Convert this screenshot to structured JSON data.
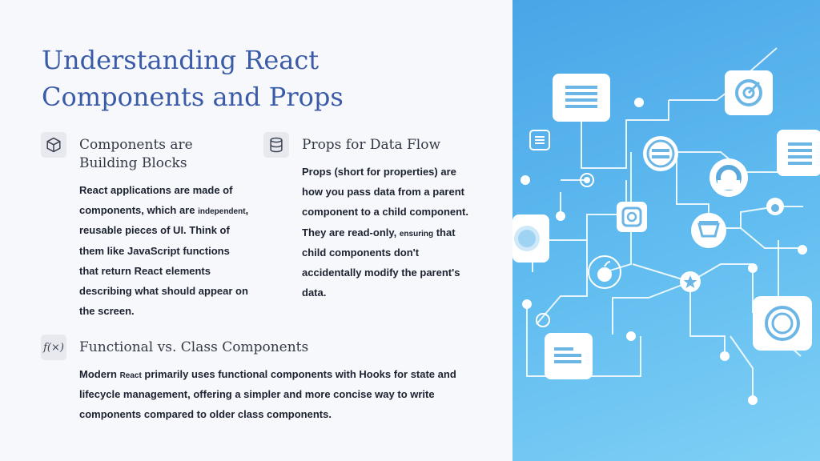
{
  "slide": {
    "title_line1": "Understanding React",
    "title_line2": "Components and Props"
  },
  "sections": {
    "components": {
      "icon": "cube-icon",
      "title_line1": "Components are",
      "title_line2": "Building Blocks",
      "body": [
        {
          "a": "React applications are made of",
          "b": "",
          "c": ""
        },
        {
          "a": "components, which are ",
          "b": "independent",
          "c": ","
        },
        {
          "a": "reusable pieces of UI. Think of",
          "b": "",
          "c": ""
        },
        {
          "a": "them like JavaScript functions",
          "b": "",
          "c": ""
        },
        {
          "a": "that return React elements",
          "b": "",
          "c": ""
        },
        {
          "a": "describing what should appear on",
          "b": "",
          "c": ""
        },
        {
          "a": "the screen.",
          "b": "",
          "c": ""
        }
      ]
    },
    "props": {
      "icon": "database-icon",
      "title": "Props for Data Flow",
      "body": [
        {
          "a": "Props (short for properties) are",
          "b": "",
          "c": ""
        },
        {
          "a": "how you pass data from a parent",
          "b": "",
          "c": ""
        },
        {
          "a": "component to a child component.",
          "b": "",
          "c": ""
        },
        {
          "a": "They are read-only, ",
          "b": "ensuring",
          "c": " that"
        },
        {
          "a": "child components don't",
          "b": "",
          "c": ""
        },
        {
          "a": "accidentally modify the parent's",
          "b": "",
          "c": ""
        },
        {
          "a": "data.",
          "b": "",
          "c": ""
        }
      ]
    },
    "functional": {
      "icon": "function-icon",
      "icon_text": "f(×)",
      "title": "Functional vs. Class Components",
      "body": [
        {
          "a": "Modern ",
          "b": "React",
          "c": " primarily uses functional components with Hooks for state and"
        },
        {
          "a": "lifecycle management, offering a simpler and more concise way to write",
          "b": "",
          "c": ""
        },
        {
          "a": "components compared to older class components.",
          "b": "",
          "c": ""
        }
      ]
    }
  },
  "illustration": {
    "icons": [
      "document-icon",
      "target-icon",
      "list-icon",
      "list-icon",
      "cloud-icon",
      "apple-icon",
      "instagram-icon",
      "cart-icon",
      "circle-icon",
      "star-icon",
      "circle-icon",
      "document-icon"
    ]
  }
}
